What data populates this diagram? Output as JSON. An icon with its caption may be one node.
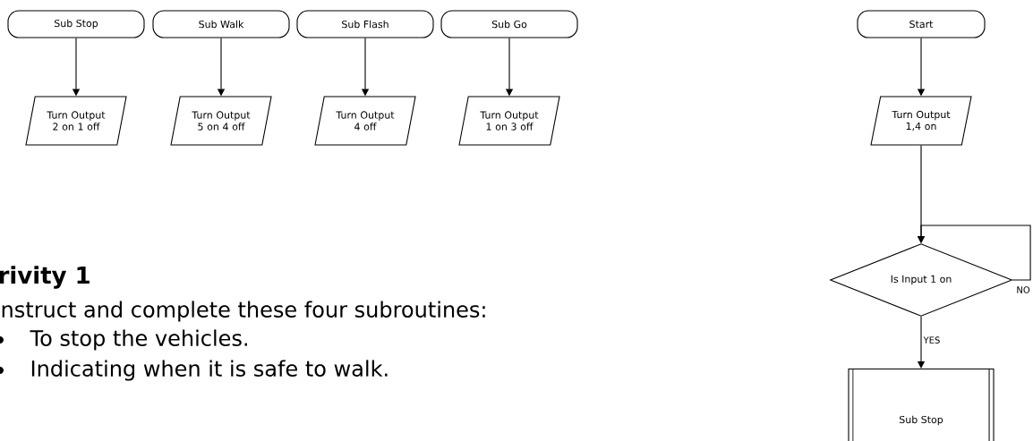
{
  "diagram": {
    "nodes": [
      {
        "text": [
          "Sub Stop"
        ]
      },
      {
        "text": [
          "Sub Walk"
        ]
      },
      {
        "text": [
          "Sub Flash"
        ]
      },
      {
        "text": [
          "Sub Go"
        ]
      },
      {
        "text": [
          "Start"
        ]
      },
      {
        "text": [
          "Turn Output 2 on 1 off"
        ]
      },
      {
        "text": [
          "Turn Output 5 on 4 off"
        ]
      },
      {
        "text": [
          "Turn Output 4 off"
        ]
      },
      {
        "text": [
          "Turn Output 1 on 3 off"
        ]
      },
      {
        "text": [
          "Turn Output 1,4 on"
        ]
      },
      {
        "text": [
          "Is Input 1 on"
        ]
      },
      {
        "text": [
          "Sub Stop"
        ]
      }
    ],
    "edges": [
      {
        "from": 0,
        "to": 5,
        "arrow": "to"
      },
      {
        "from": 1,
        "to": 6,
        "arrow": "to"
      },
      {
        "from": 2,
        "to": 7,
        "arrow": "to"
      },
      {
        "from": 3,
        "to": 8,
        "arrow": "to"
      },
      {
        "from": 4,
        "to": 9,
        "arrow": "to"
      },
      {
        "from": 9,
        "to": 10,
        "arrow": "to"
      },
      {
        "from": 10,
        "to": 10,
        "arrow": "to",
        "label": "NO"
      },
      {
        "from": 10,
        "to": 11,
        "arrow": "to",
        "label": "YES"
      }
    ],
    "labels": [
      "rivity 1",
      "nstruct and complete these four subroutines:",
      "To stop the vehicles.",
      "Indicating when it is safe to walk."
    ]
  }
}
